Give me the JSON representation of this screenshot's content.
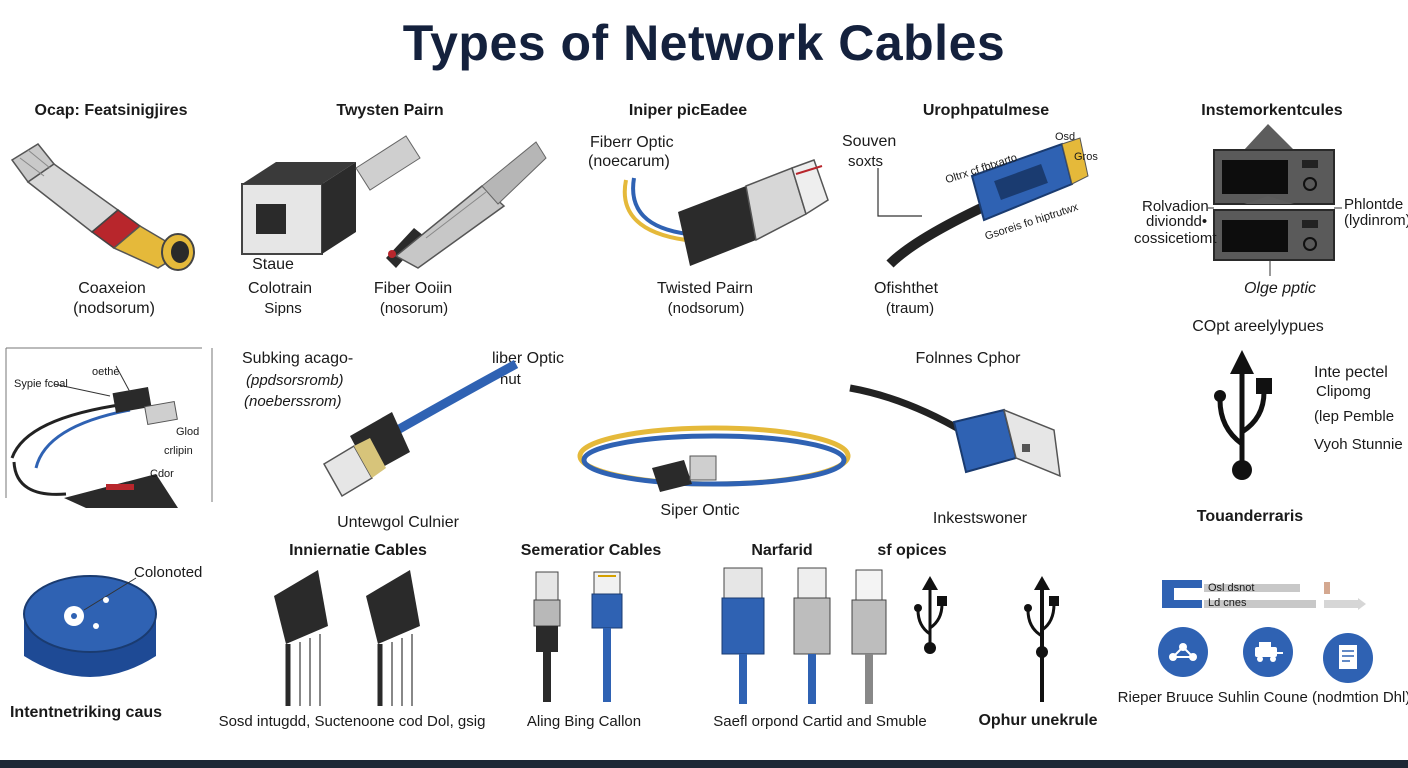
{
  "title": "Types of Network Cables",
  "colors": {
    "title": "#14213d",
    "blue": "#2f62b3",
    "yellow": "#e5b93a",
    "red": "#b8262c",
    "dark": "#1f1f1f",
    "footer": "#1d2735"
  },
  "row1": {
    "col1": {
      "heading": "Ocap: Featsinigjires",
      "label": "Coaxeion",
      "sub": "(nodsorum)"
    },
    "col2": {
      "heading": "Twysten Pairn",
      "label_a": "Staue",
      "label_b": "Colotrain",
      "label_c": "Sipns",
      "label_d": "Fiber Ooiin",
      "sub_d": "(nosorum)"
    },
    "col3": {
      "heading": "Iniper picEadee",
      "label_a": "Fiberr Optic",
      "sub_a": "(noecarum)",
      "label_b": "Twisted Pairn",
      "sub_b": "(nodsorum)"
    },
    "col4": {
      "heading": "Urophpatulmese",
      "label_a": "Souven",
      "label_b": "soxts",
      "label_c": "Ofishthet",
      "sub_c": "(traum)",
      "tiny_a": "Osd",
      "tiny_b": "Gros",
      "tiny_c": "Oltrx cf fbtxarto",
      "tiny_d": "Gsoreis fo hiptrutwx"
    },
    "col5": {
      "heading": "Instemorkentcules",
      "left_a": "Rolvadion",
      "left_b": "diviondd•",
      "left_c": "cossicetiomt",
      "right_a": "Phlontde",
      "right_b": "(lydinrom)",
      "label": "Olge pptic"
    }
  },
  "row2": {
    "col1": {
      "label_a": "Sypie fcoal",
      "label_b": "oethe",
      "label_c": "Glod",
      "label_d": "crlipin",
      "label_e": "Cdor"
    },
    "col2": {
      "label_a": "Subking acago-",
      "sub_a": "(ppdsorsromb)",
      "sub_b": "(noeberssrom)",
      "label_b": "liber Optic",
      "label_c": "nut"
    },
    "col3": {
      "label": "Siper Ontic"
    },
    "col4": {
      "heading": "Folnnes Cphor",
      "label": "Inkestswoner"
    },
    "col5": {
      "heading": "COpt areelylypues",
      "label_a": "Inte pectel",
      "label_b": "Clipomg",
      "label_c": "(lep Pemble",
      "label_d": "Vyoh Stunnie",
      "label_e": "Touanderraris"
    }
  },
  "row3": {
    "col1": {
      "label_a": "Colonoted",
      "label_b": "Intentnetriking caus"
    },
    "col2": {
      "heading": "Inniernatie Cables",
      "top": "Untewgol Culnier",
      "caption": "Sosd intugdd, Suctenoone cod Dol, gsig"
    },
    "col3": {
      "heading": "Semeratior Cables",
      "caption": "Aling Bing Callon"
    },
    "col4": {
      "heading_a": "Narfarid",
      "heading_b": "sf opices",
      "caption": "Saefl orpond Cartid and Smuble"
    },
    "col5": {
      "caption": "Ophur unekrule"
    },
    "col6": {
      "tiny_a": "Osl dsnot",
      "tiny_b": "Ld cnes",
      "caption": "Rieper Bruuce Suhlin Coune (nodmtion Dhl)"
    }
  }
}
